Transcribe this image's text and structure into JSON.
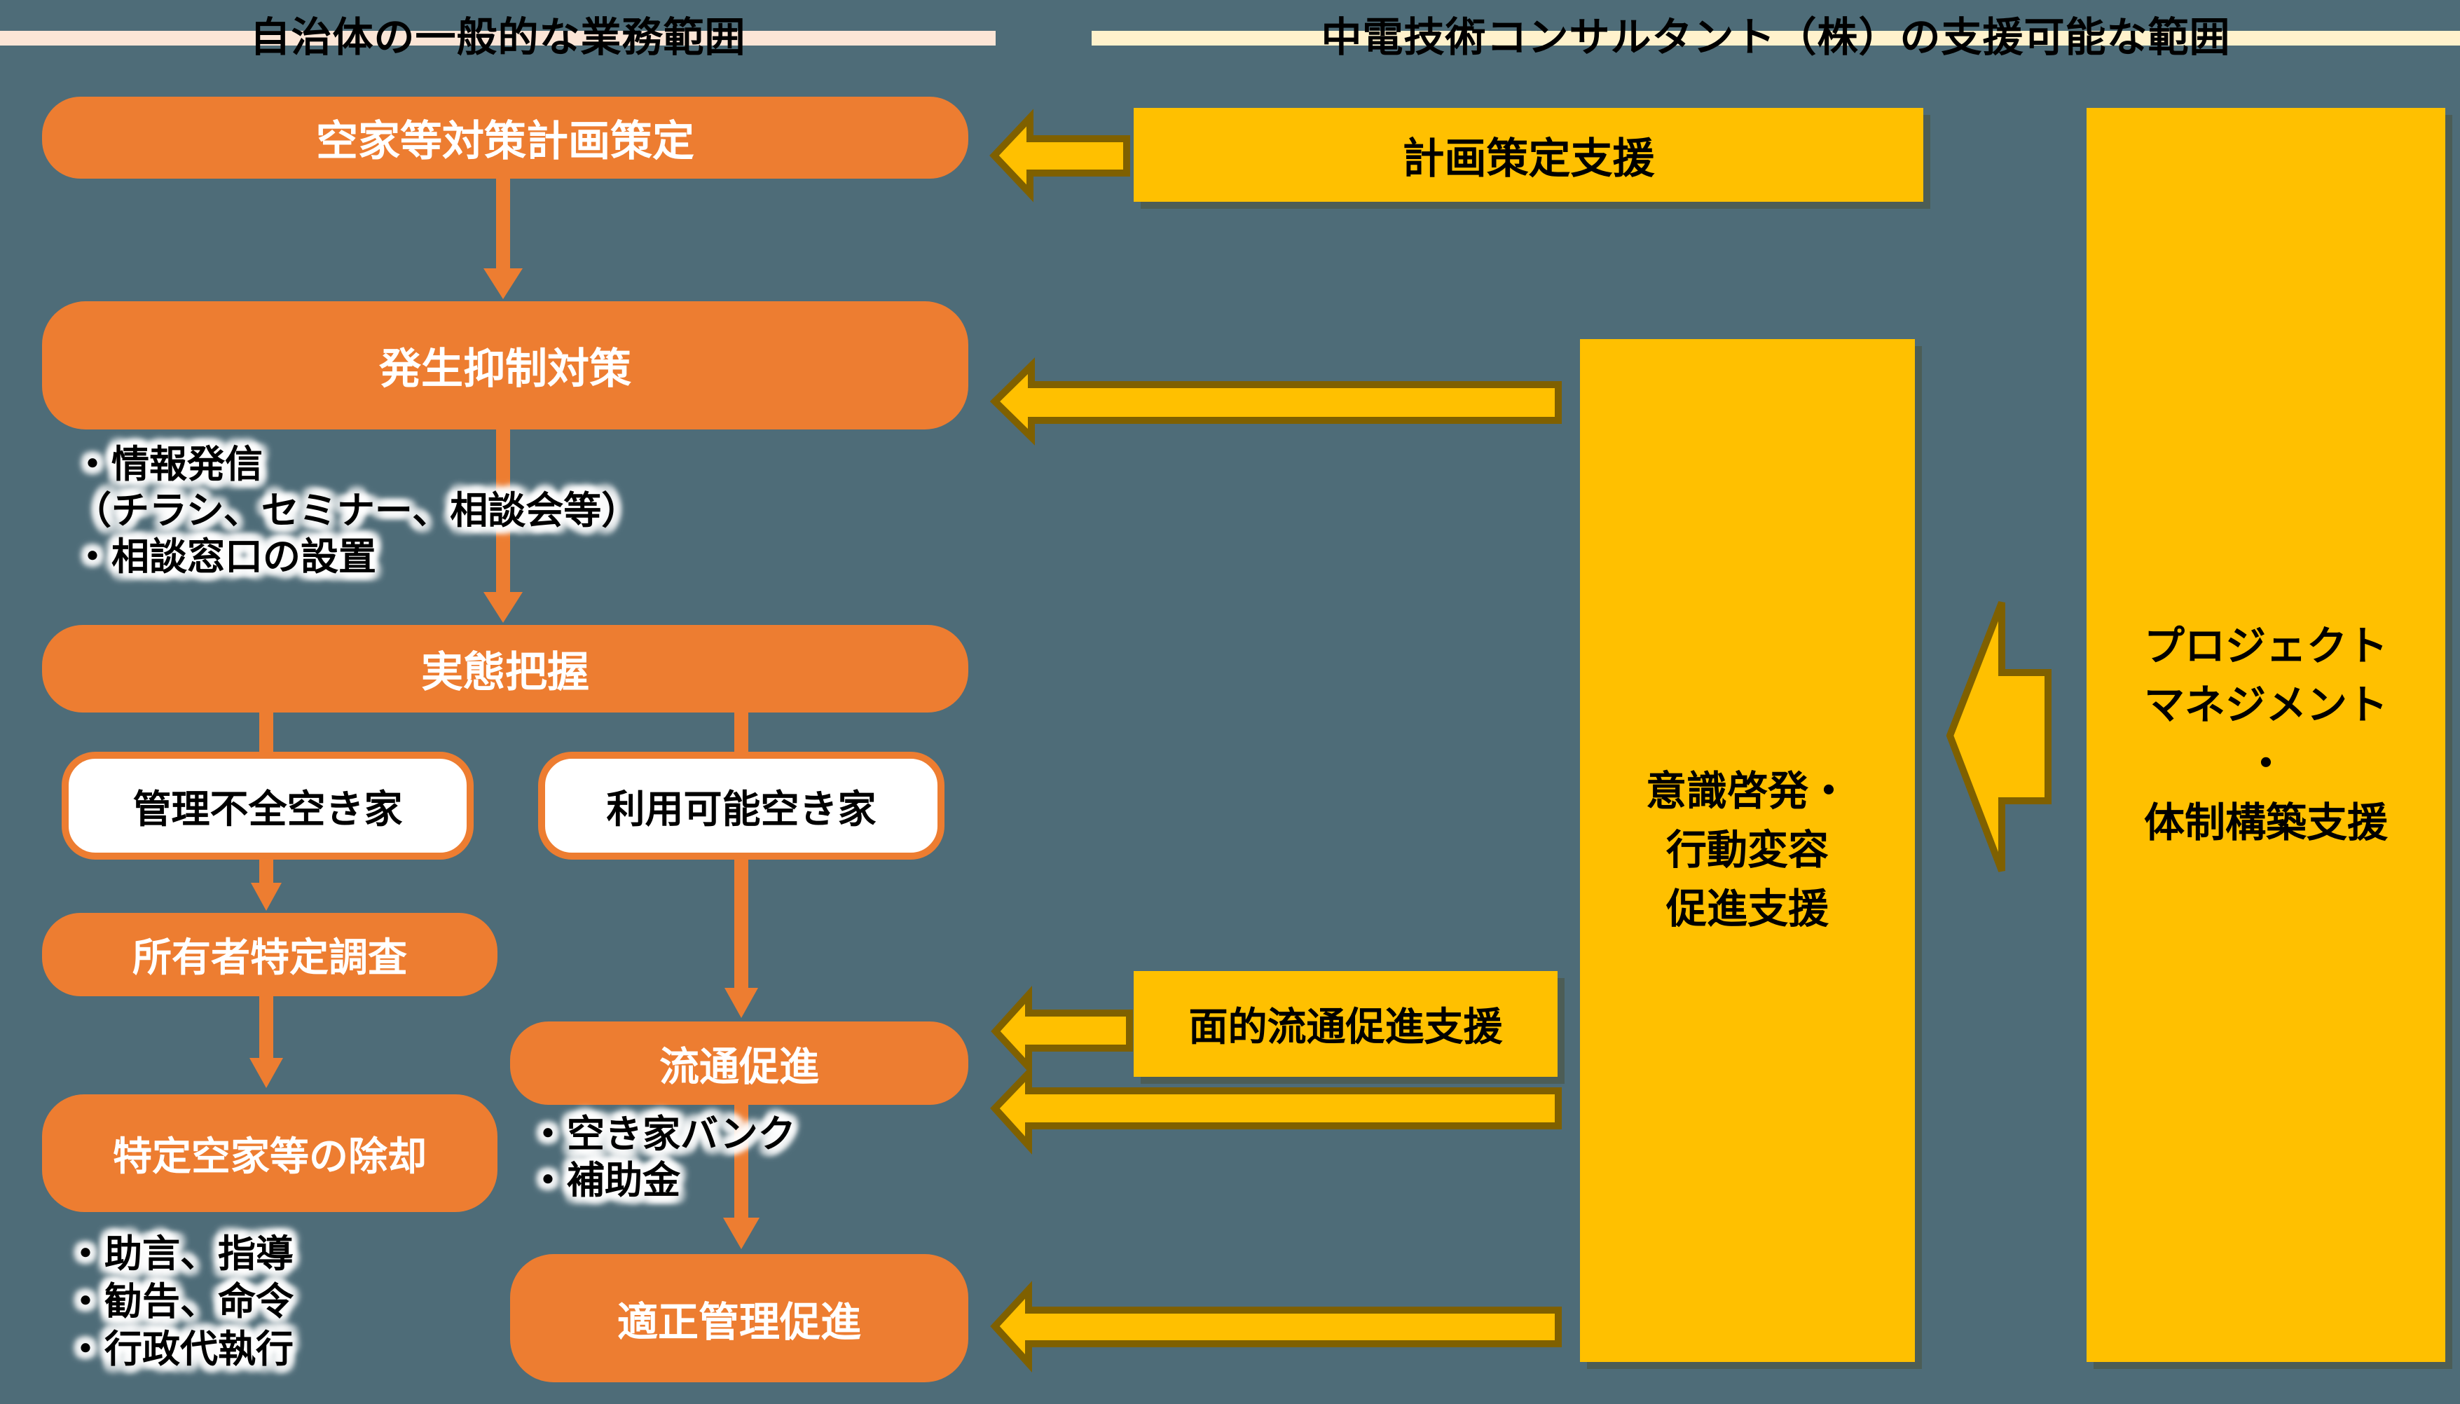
{
  "palette": {
    "background": "#4E6C78",
    "orange": "#ED7D31",
    "yellow": "#FFC000",
    "yellow_outline": "#7F6000",
    "band_municipal": "#FBE5D6",
    "band_consultant": "#FFF2CC",
    "text_dark": "#000000",
    "text_light": "#FFFFFF"
  },
  "headers": {
    "municipal": "自治体の一般的な業務範囲",
    "consultant": "中電技術コンサルタント（株）の支援可能な範囲"
  },
  "municipal_flow": {
    "plan": "空家等対策計画策定",
    "suppression": "発生抑制対策",
    "suppression_notes": [
      "・情報発信",
      "（チラシ、セミナー、相談会等）",
      "・相談窓口の設置"
    ],
    "survey": "実態把握",
    "branch_substandard": "管理不全空き家",
    "branch_usable": "利用可能空き家",
    "owner_survey": "所有者特定調査",
    "demolition": "特定空家等の除却",
    "demolition_notes": [
      "・助言、指導",
      "・勧告、命令",
      "・行政代執行"
    ],
    "distribution": "流通促進",
    "distribution_notes": [
      "・空き家バンク",
      "・補助金"
    ],
    "management": "適正管理促進"
  },
  "support": {
    "planning": "計画策定支援",
    "area_distribution": "面的流通促進支援",
    "awareness_lines": [
      "意識啓発・",
      "行動変容",
      "促進支援"
    ],
    "project_lines": [
      "プロジェクト",
      "マネジメント",
      "・",
      "体制構築支援"
    ]
  }
}
